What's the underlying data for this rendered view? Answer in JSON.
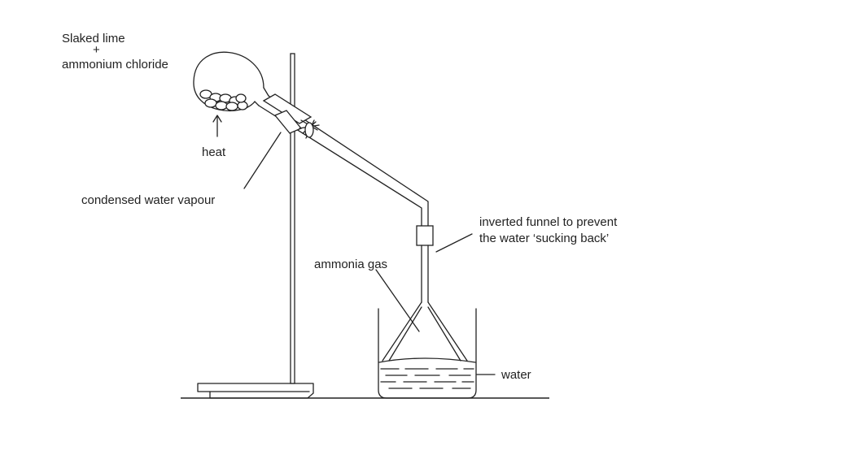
{
  "labels": {
    "slaked_lime": "Slaked lime",
    "plus": "+",
    "ammonium_chloride": "ammonium chloride",
    "heat": "heat",
    "condensed_water_vapour": "condensed water vapour",
    "funnel_line1": "inverted funnel to prevent",
    "funnel_line2": "the water ‘sucking back’",
    "ammonia_gas": "ammonia gas",
    "water": "water"
  }
}
